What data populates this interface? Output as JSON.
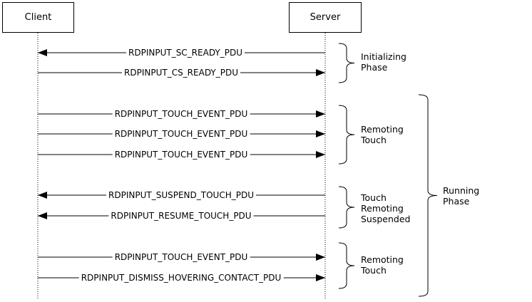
{
  "actors": {
    "client": "Client",
    "server": "Server"
  },
  "messages": [
    {
      "label": "RDPINPUT_SC_READY_PDU",
      "direction": "server-to-client"
    },
    {
      "label": "RDPINPUT_CS_READY_PDU",
      "direction": "client-to-server"
    },
    {
      "label": "RDPINPUT_TOUCH_EVENT_PDU",
      "direction": "client-to-server"
    },
    {
      "label": "RDPINPUT_TOUCH_EVENT_PDU",
      "direction": "client-to-server"
    },
    {
      "label": "RDPINPUT_TOUCH_EVENT_PDU",
      "direction": "client-to-server"
    },
    {
      "label": "RDPINPUT_SUSPEND_TOUCH_PDU",
      "direction": "server-to-client"
    },
    {
      "label": "RDPINPUT_RESUME_TOUCH_PDU",
      "direction": "server-to-client"
    },
    {
      "label": "RDPINPUT_TOUCH_EVENT_PDU",
      "direction": "client-to-server"
    },
    {
      "label": "RDPINPUT_DISMISS_HOVERING_CONTACT_PDU",
      "direction": "client-to-server"
    }
  ],
  "phases": [
    {
      "label": "Initializing\nPhase"
    },
    {
      "label": "Remoting\nTouch"
    },
    {
      "label": "Touch\nRemoting\nSuspended"
    },
    {
      "label": "Remoting\nTouch"
    }
  ],
  "outer_phase": {
    "label": "Running\nPhase"
  }
}
